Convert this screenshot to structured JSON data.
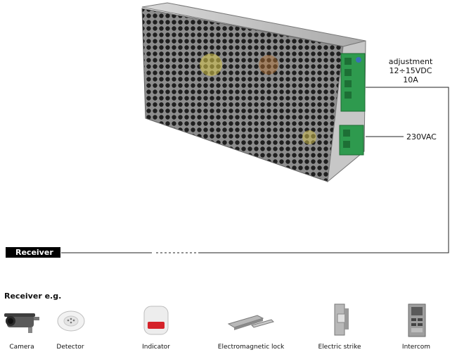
{
  "psu": {
    "adjustment_label": "adjustment",
    "voltage_label": "12÷15VDC",
    "current_label": "10A",
    "input_label": "230VAC"
  },
  "receiver": {
    "tag_label": "Receiver",
    "examples_title": "Receiver e.g."
  },
  "devices": [
    {
      "label": "Camera",
      "icon": "camera-icon"
    },
    {
      "label": "Detector",
      "icon": "smoke-detector-icon"
    },
    {
      "label": "Indicator",
      "icon": "siren-indicator-icon"
    },
    {
      "label": "Electromagnetic lock",
      "icon": "electromagnetic-lock-icon"
    },
    {
      "label": "Electric strike",
      "icon": "electric-strike-icon"
    },
    {
      "label": "Intercom",
      "icon": "intercom-icon"
    }
  ]
}
